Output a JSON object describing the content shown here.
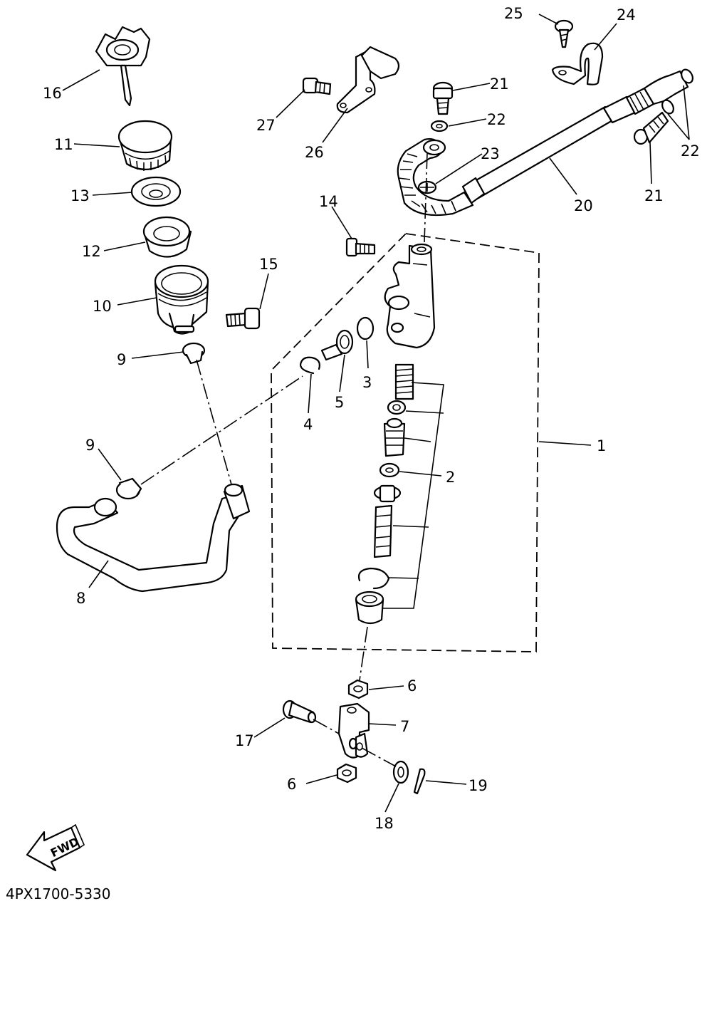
{
  "diagram": {
    "drawing_code": "4PX1700-5330",
    "direction_label": "FWD",
    "callouts": {
      "c1": "1",
      "c2": "2",
      "c3": "3",
      "c4": "4",
      "c5": "5",
      "c6a": "6",
      "c6b": "6",
      "c7": "7",
      "c8": "8",
      "c9a": "9",
      "c9b": "9",
      "c10": "10",
      "c11": "11",
      "c12": "12",
      "c13": "13",
      "c14": "14",
      "c15": "15",
      "c16": "16",
      "c17": "17",
      "c18": "18",
      "c19": "19",
      "c20": "20",
      "c21a": "21",
      "c21b": "21",
      "c22a": "22",
      "c22b": "22",
      "c23": "23",
      "c24": "24",
      "c25": "25",
      "c26": "26",
      "c27": "27"
    }
  }
}
